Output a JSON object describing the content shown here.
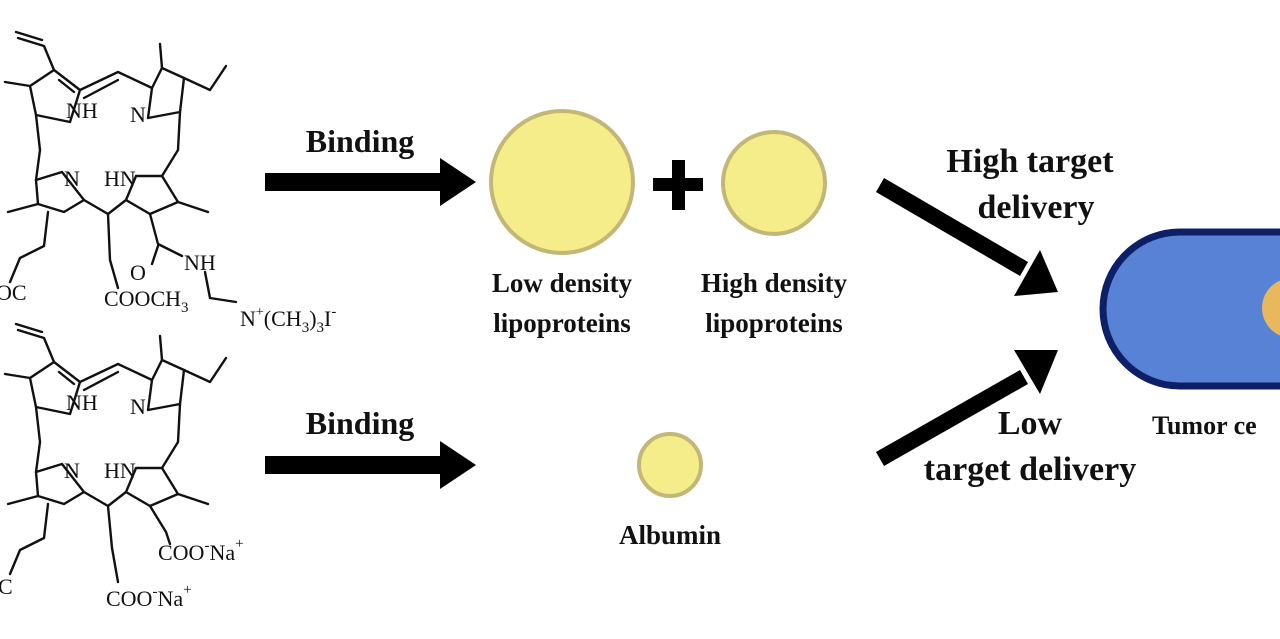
{
  "colors": {
    "particle_fill": "#f5ec8a",
    "particle_stroke": "#c2b776",
    "cell_fill": "#5782d6",
    "cell_stroke": "#0d1f66",
    "nucleus_fill": "#e9b85c",
    "arrow": "#000000"
  },
  "molecules": {
    "top": {
      "atoms": {
        "nh": "NH",
        "n_right": "N",
        "n_left": "N",
        "hn": "HN",
        "o": "O",
        "amide_nh": "NH",
        "cut_left": "OC",
        "ester": "COOCH",
        "ester_sub": "3",
        "quat_n": "N",
        "quat_plus": "+",
        "quat_ch": "(CH",
        "quat_sub": "3",
        "quat_close": ")",
        "quat_sub2": "3",
        "quat_i": "I",
        "quat_minus": "-"
      }
    },
    "bottom": {
      "atoms": {
        "nh": "NH",
        "n_right": "N",
        "n_left": "N",
        "hn": "HN",
        "coo1": "COO",
        "coo1_minus": "-",
        "coo1_na": "Na",
        "coo1_plus": "+",
        "coo2": "COO",
        "coo2_minus": "-",
        "coo2_na": "Na",
        "coo2_plus": "+",
        "cut_left": "C"
      }
    }
  },
  "arrows": {
    "binding_top": "Binding",
    "binding_bottom": "Binding",
    "high_target_line1": "High target",
    "high_target_line2": "delivery",
    "low_target_line1": "Low",
    "low_target_line2": "target delivery"
  },
  "particles": {
    "plus_sign": "+",
    "ldl_line1": "Low density",
    "ldl_line2": "lipoproteins",
    "hdl_line1": "High density",
    "hdl_line2": "lipoproteins",
    "albumin": "Albumin"
  },
  "cell": {
    "label": "Tumor ce"
  }
}
